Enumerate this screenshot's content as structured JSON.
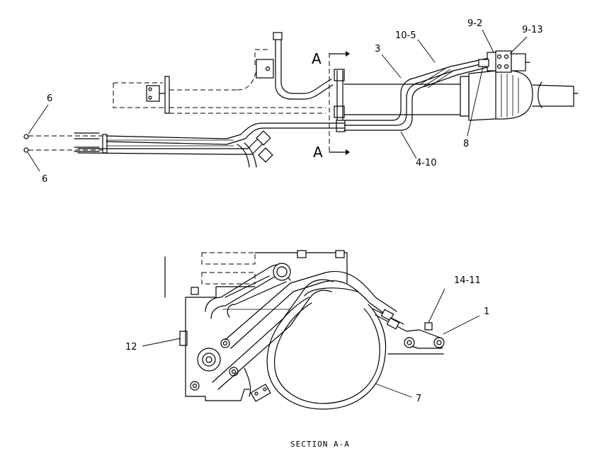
{
  "callouts": {
    "c_3": "3",
    "c_10_5": "10-5",
    "c_9_2": "9-2",
    "c_9_13": "9-13",
    "c_8": "8",
    "c_4_10": "4-10",
    "c_6_top": "6",
    "c_6_bottom": "6",
    "c_14_11": "14-11",
    "c_1": "1",
    "c_12": "12",
    "c_7": "7"
  },
  "section_markers": {
    "top": "A",
    "bottom": "A"
  },
  "section_caption": "SECTION A-A"
}
